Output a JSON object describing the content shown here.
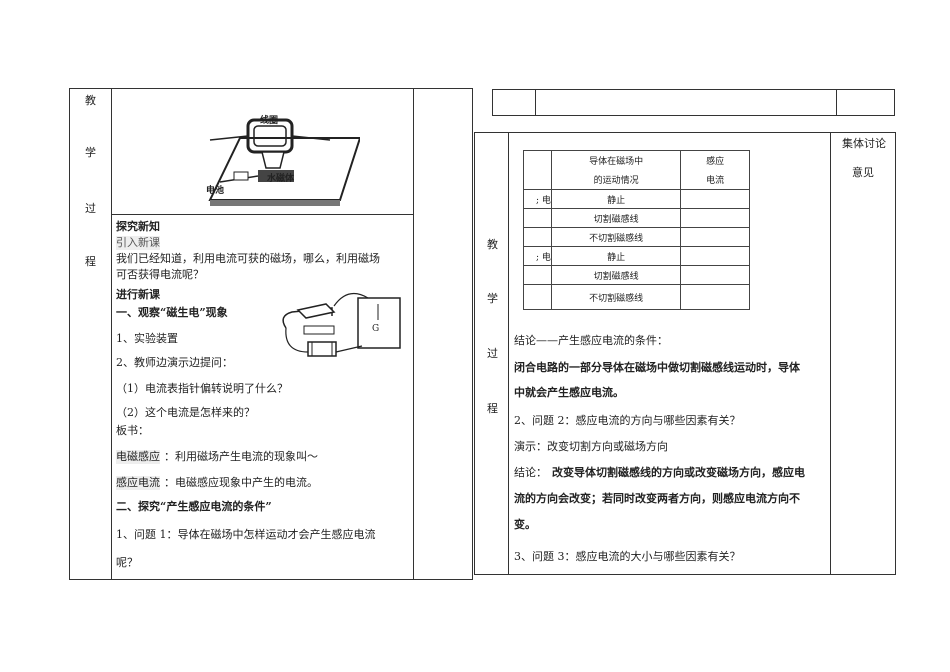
{
  "left": {
    "side_label": [
      "教",
      "学",
      "过",
      "程"
    ],
    "figure1_labels": {
      "coil": "线圈",
      "battery": "电池",
      "magnet": "水磁体"
    },
    "heading1": "探究新知",
    "intro_label": "引入新课",
    "intro_text_1": "我们已经知道，利用电流可获的磁场，哪么，利用磁场",
    "intro_text_2": "可否获得电流呢？",
    "new_lesson": "进行新课",
    "section1": "一、观察“磁生电”现象",
    "item1": "1、实验装置",
    "item2": "2、教师边演示边提问：",
    "q1": "（1）电流表指针偏转说明了什么？",
    "q2": "（2）这个电流是怎样来的？",
    "board": "板书：",
    "def1_term": "电磁感应",
    "def1_text": "：利用磁场产生电流的现象叫～",
    "def2_term": "感应电流",
    "def2_text": "：电磁感应现象中产生的电流。",
    "section2": "二、探究“产生感应电流的条件”",
    "problem1_a": "1、问题 1：导体在磁场中怎样运动才会产生感应电流",
    "problem1_b": "呢？",
    "galvanometer": "G"
  },
  "right": {
    "side_label": [
      "教",
      "学",
      "过",
      "程"
    ],
    "discussion_1": "集体讨论",
    "discussion_2": "意见",
    "table": {
      "header_1a": "导体在磁场中",
      "header_1b": "的运动情况",
      "header_2a": "感应",
      "header_2b": "电流",
      "rows": [
        "静止",
        "切割磁感线",
        "不切割磁感线",
        "静止",
        "切割磁感线",
        "不切割磁感线"
      ],
      "side_marks": [
        "; 电",
        "; 电"
      ]
    },
    "conclusion_label": "结论——产生感应电流的条件：",
    "conclusion_1": "闭合电路的一部分导体在磁场中做切割磁感线运动时，导体",
    "conclusion_2": "中就会产生感应电流。",
    "problem2": "2、问题 2：感应电流的方向与哪些因素有关？",
    "demo": "演示：改变切割方向或磁场方向",
    "concl2_label": "结论：",
    "concl2_1": "改变导体切割磁感线的方向或改变磁场方向，感应电",
    "concl2_2": "流的方向会改变；若同时改变两者方向，则感应电流方向不",
    "concl2_3": "变。",
    "problem3": "3、问题 3：感应电流的大小与哪些因素有关？"
  }
}
